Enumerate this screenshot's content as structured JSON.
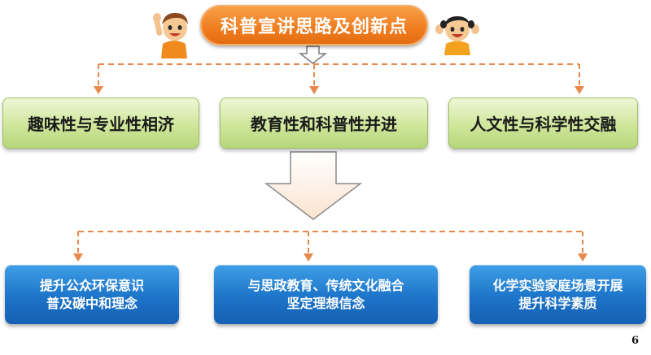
{
  "title": "科普宣讲思路及创新点",
  "principles": [
    {
      "label": "趣味性与专业性相济"
    },
    {
      "label": "教育性和科普性并进"
    },
    {
      "label": "人文性与科学性交融"
    }
  ],
  "goals": [
    {
      "line1": "提升公众环保意识",
      "line2": "普及碳中和理念"
    },
    {
      "line1": "与思政教育、传统文化融合",
      "line2": "坚定理想信念"
    },
    {
      "line1": "化学实验家庭场景开展",
      "line2": "提升科学素质"
    }
  ],
  "page_number": "6",
  "colors": {
    "title_orange": "#ef7c1f",
    "connector_orange": "#e8884a",
    "box_green": "#cfe69b",
    "box_blue": "#1d74c9"
  },
  "icons": {
    "kid_left": "boy-waving-icon",
    "kid_right": "girl-cheering-icon"
  }
}
